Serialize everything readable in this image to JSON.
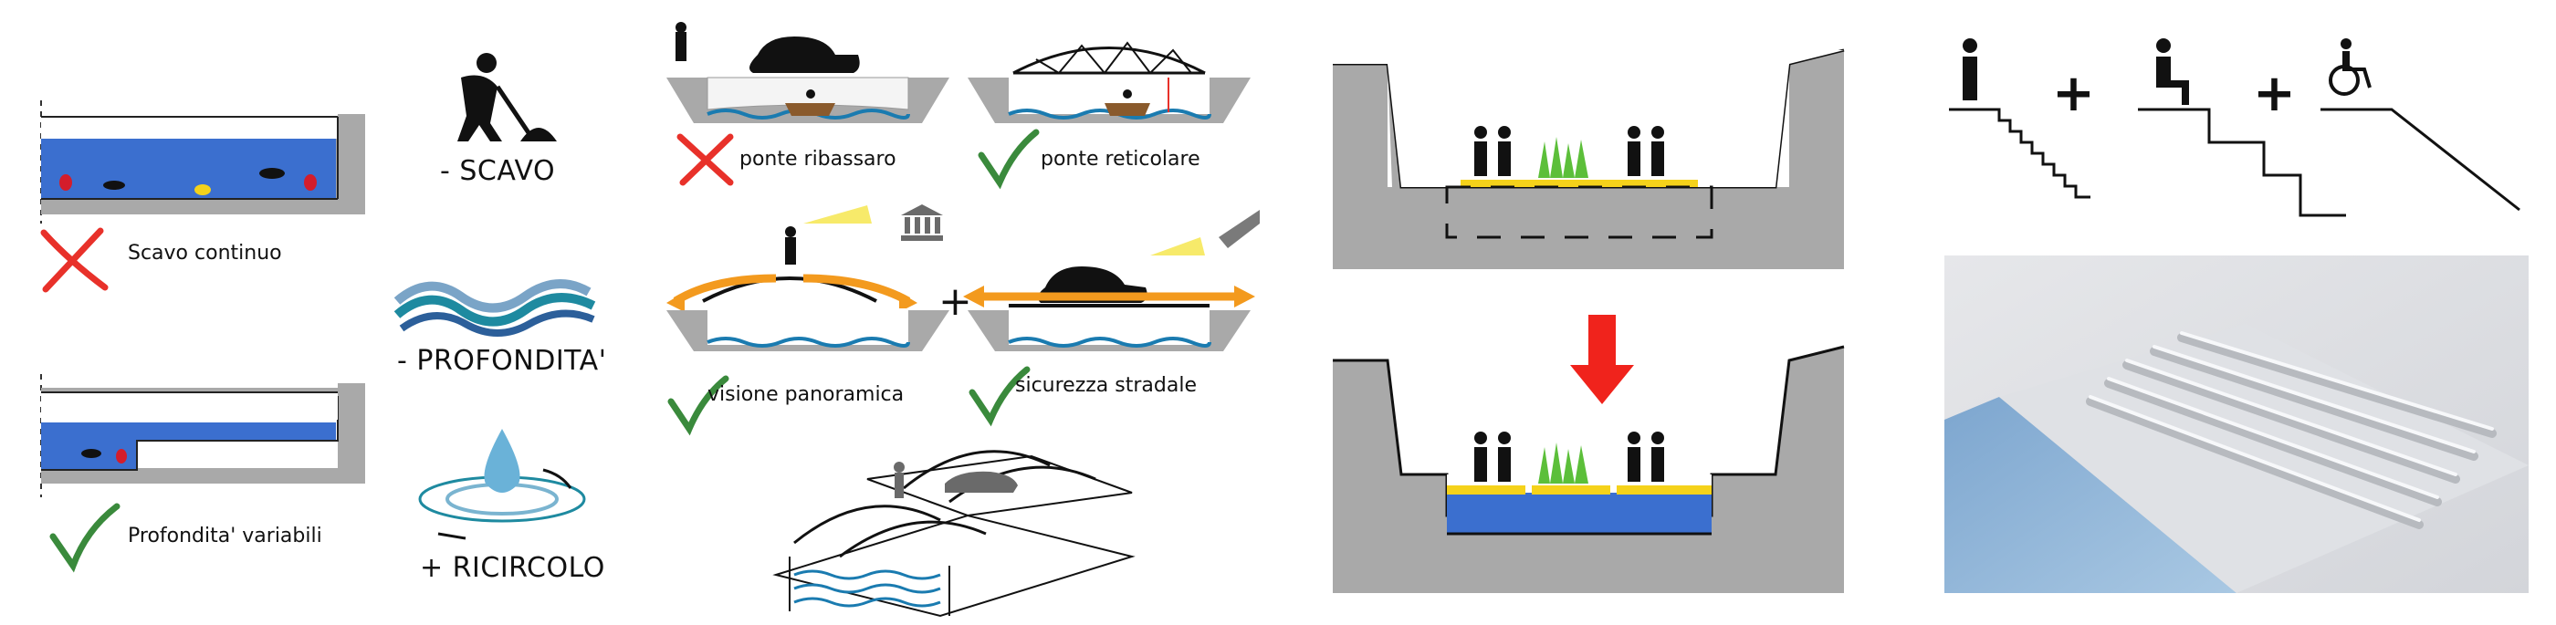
{
  "excavation": {
    "bad_label": "Scavo continuo",
    "good_label": "Profondita' variabili"
  },
  "strategies": {
    "scavo": "- SCAVO",
    "profondita": "- PROFONDITA'",
    "ricircolo": "+ RICIRCOLO"
  },
  "bridges": {
    "low_bridge": "ponte ribassaro",
    "truss_bridge": "ponte reticolare",
    "panoramic": "visione panoramica",
    "road_safety": "sicurezza stradale",
    "plus": "+"
  },
  "accessibility": {
    "plus1": "+",
    "plus2": "+"
  },
  "colors": {
    "water_blue": "#3b6fcf",
    "water_line": "#1a7bb0",
    "ground_grey": "#a9a9a9",
    "orange_arrow": "#f39a1e",
    "red_cross": "#e8312a",
    "green_check": "#3a8a3c",
    "yellow_platform": "#f5d21a",
    "red_arrow": "#f0231c"
  }
}
